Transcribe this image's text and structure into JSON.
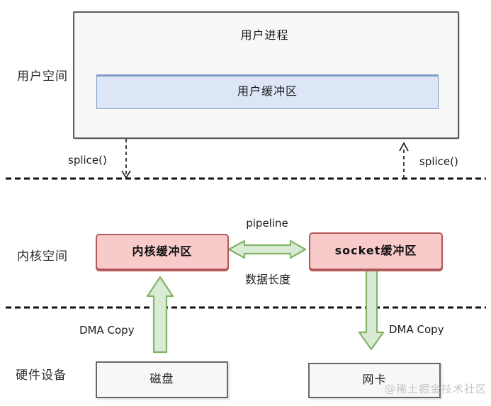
{
  "colors": {
    "box_fill": "#f8f8f7",
    "box_border": "#5b5b5b",
    "blue_fill": "#dce6f7",
    "blue_border": "#7e9bc9",
    "red_fill": "#f8caca",
    "red_border": "#b25959",
    "green_fill": "#d9ead5",
    "green_border": "#82b366",
    "hw_fill": "#f7f7f6",
    "hw_border": "#686868",
    "dash_color": "#111111",
    "watermark": "#c6c6c6",
    "text": "#1c1c1c"
  },
  "row_labels": {
    "user_space": "用户空间",
    "kernel_space": "内核空间",
    "hardware": "硬件设备"
  },
  "user_space": {
    "process_title": "用户进程",
    "user_buffer": "用户缓冲区",
    "splice_left": "splice()",
    "splice_right": "splice()"
  },
  "kernel_space": {
    "kernel_buffer": "内核缓冲区",
    "socket_buffer": "socket缓冲区",
    "pipeline_label": "pipeline",
    "data_length_label": "数据长度"
  },
  "hardware": {
    "disk": "磁盘",
    "nic": "网卡",
    "dma_copy_left": "DMA Copy",
    "dma_copy_right": "DMA Copy"
  },
  "watermark": "@稀土掘金技术社区"
}
